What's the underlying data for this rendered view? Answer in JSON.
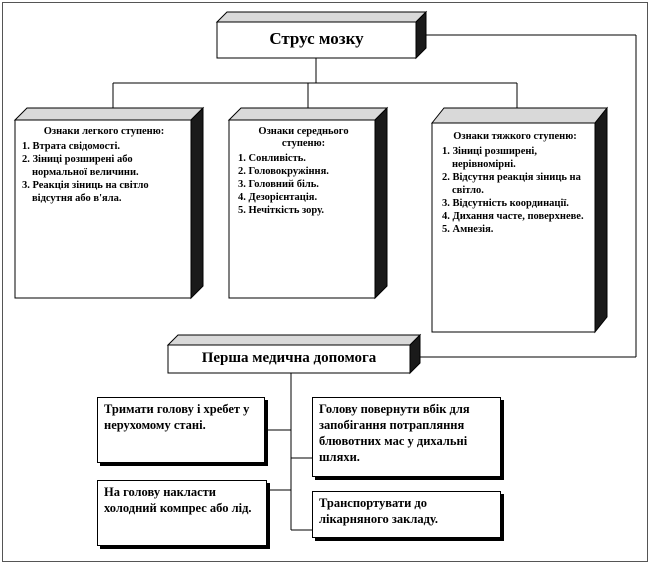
{
  "title": "Струс мозку",
  "first_aid_title": "Перша медична допомога",
  "cards": [
    {
      "heading": "Ознаки легкого ступеню:",
      "items": [
        "1. Втрата свідомості.",
        "2. Зіниці розширені або нормальної величини.",
        "3. Реакція зіниць на світло відсутня або в'яла."
      ]
    },
    {
      "heading": "Ознаки середнього ступеню:",
      "items": [
        "1. Сонливість.",
        "2. Головокружіння.",
        "3. Головний біль.",
        "4. Дезорієнтація.",
        "5. Нечіткість зору."
      ]
    },
    {
      "heading": "Ознаки тяжкого ступеню:",
      "items": [
        "1. Зіниці розширені, нерівномірні.",
        "2. Відсутня реакція зіниць на світло.",
        "3. Відсутність координації.",
        "4. Дихання часте, поверхневе.",
        "5. Амнезія."
      ]
    }
  ],
  "aid": {
    "left_top": "Тримати голову і хребет у нерухомому стані.",
    "left_bottom": "На голову накласти холодний компрес або лід.",
    "right_top": "Голову повернути вбік для запобігання потрапляння блювотних мас у дихальні шляхи.",
    "right_bottom": "Транспортувати до лікарняного закладу."
  }
}
